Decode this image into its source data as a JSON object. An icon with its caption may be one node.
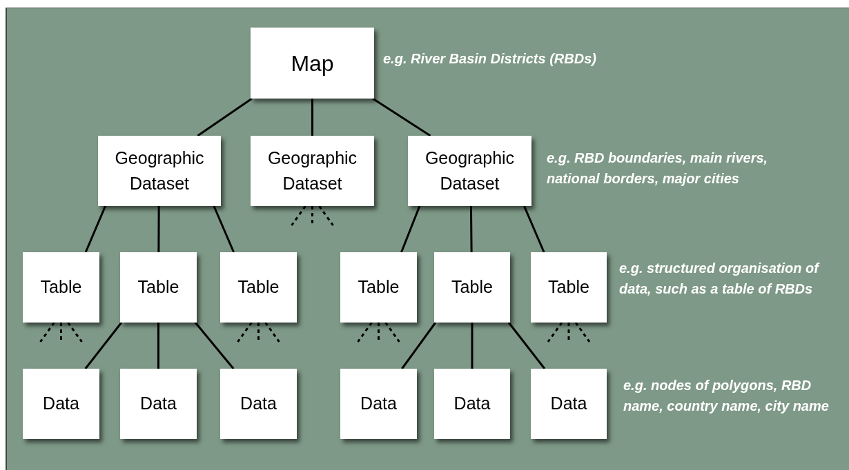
{
  "diagram": {
    "nodes": [
      {
        "text": [
          "Map"
        ]
      },
      {
        "text": [
          "Geographic Dataset"
        ]
      },
      {
        "text": [
          "Geographic Dataset"
        ]
      },
      {
        "text": [
          "Geographic Dataset"
        ]
      },
      {
        "text": [
          "Table"
        ]
      },
      {
        "text": [
          "Table"
        ]
      },
      {
        "text": [
          "Table"
        ]
      },
      {
        "text": [
          "Table"
        ]
      },
      {
        "text": [
          "Table"
        ]
      },
      {
        "text": [
          "Table"
        ]
      },
      {
        "text": [
          "Data"
        ]
      },
      {
        "text": [
          "Data"
        ]
      },
      {
        "text": [
          "Data"
        ]
      },
      {
        "text": [
          "Data"
        ]
      },
      {
        "text": [
          "Data"
        ]
      },
      {
        "text": [
          "Data"
        ]
      }
    ],
    "edges": [
      {
        "from": 0,
        "to": 1,
        "arrow": "none"
      },
      {
        "from": 0,
        "to": 2,
        "arrow": "none"
      },
      {
        "from": 0,
        "to": 3,
        "arrow": "none"
      },
      {
        "from": 1,
        "to": 4,
        "arrow": "none"
      },
      {
        "from": 1,
        "to": 5,
        "arrow": "none"
      },
      {
        "from": 1,
        "to": 6,
        "arrow": "none"
      },
      {
        "from": 3,
        "to": 7,
        "arrow": "none"
      },
      {
        "from": 3,
        "to": 8,
        "arrow": "none"
      },
      {
        "from": 3,
        "to": 9,
        "arrow": "none"
      },
      {
        "from": 5,
        "to": 10,
        "arrow": "none"
      },
      {
        "from": 5,
        "to": 11,
        "arrow": "none"
      },
      {
        "from": 5,
        "to": 12,
        "arrow": "none"
      },
      {
        "from": 8,
        "to": 13,
        "arrow": "none"
      },
      {
        "from": 8,
        "to": 14,
        "arrow": "none"
      },
      {
        "from": 8,
        "to": 15,
        "arrow": "none"
      },
      {
        "from": 2,
        "to": null,
        "arrow": "none",
        "style": "dashed"
      },
      {
        "from": 2,
        "to": null,
        "arrow": "none",
        "style": "dashed"
      },
      {
        "from": 2,
        "to": null,
        "arrow": "none",
        "style": "dashed"
      },
      {
        "from": 4,
        "to": null,
        "arrow": "none",
        "style": "dashed"
      },
      {
        "from": 4,
        "to": null,
        "arrow": "none",
        "style": "dashed"
      },
      {
        "from": 4,
        "to": null,
        "arrow": "none",
        "style": "dashed"
      },
      {
        "from": 6,
        "to": null,
        "arrow": "none",
        "style": "dashed"
      },
      {
        "from": 6,
        "to": null,
        "arrow": "none",
        "style": "dashed"
      },
      {
        "from": 6,
        "to": null,
        "arrow": "none",
        "style": "dashed"
      },
      {
        "from": 7,
        "to": null,
        "arrow": "none",
        "style": "dashed"
      },
      {
        "from": 7,
        "to": null,
        "arrow": "none",
        "style": "dashed"
      },
      {
        "from": 7,
        "to": null,
        "arrow": "none",
        "style": "dashed"
      },
      {
        "from": 9,
        "to": null,
        "arrow": "none",
        "style": "dashed"
      },
      {
        "from": 9,
        "to": null,
        "arrow": "none",
        "style": "dashed"
      },
      {
        "from": 9,
        "to": null,
        "arrow": "none",
        "style": "dashed"
      }
    ],
    "labels": [
      "e.g. River Basin Districts (RBDs)",
      "e.g. RBD boundaries, main rivers, national borders, major cities",
      "e.g. structured organisation of data, such as a table of RBDs",
      "e.g. nodes of polygons, RBD name, country name, city name"
    ]
  }
}
